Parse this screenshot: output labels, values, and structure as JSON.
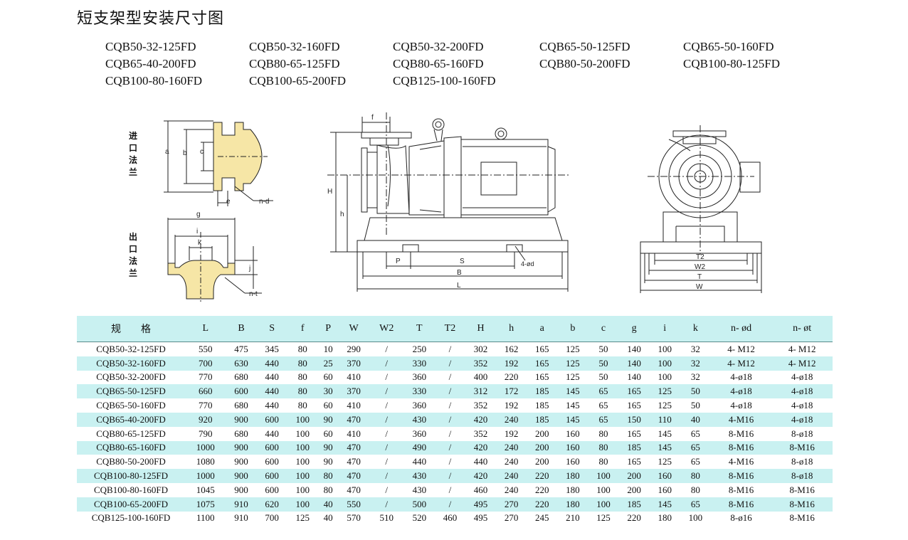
{
  "title": "短支架型安装尺寸图",
  "models": [
    [
      "CQB50-32-125FD",
      "CQB50-32-160FD",
      "CQB50-32-200FD",
      "CQB65-50-125FD",
      "CQB65-50-160FD"
    ],
    [
      "CQB65-40-200FD",
      "CQB80-65-125FD",
      "CQB80-65-160FD",
      "CQB80-50-200FD",
      "CQB100-80-125FD"
    ],
    [
      "CQB100-80-160FD",
      "CQB100-65-200FD",
      "CQB125-100-160FD"
    ]
  ],
  "flange_labels": {
    "inlet": "进口法兰",
    "outlet": "出口法兰"
  },
  "dims": {
    "a": "a",
    "b": "b",
    "c": "c",
    "e": "e",
    "nd": "n-d",
    "g": "g",
    "i": "i",
    "k": "k",
    "j": "j",
    "nt": "n-t",
    "f": "f",
    "H": "H",
    "h": "h",
    "P": "P",
    "S": "S",
    "B": "B",
    "L": "L",
    "fd4": "4-ød",
    "T2": "T2",
    "W2": "W2",
    "T": "T",
    "W": "W"
  },
  "table": {
    "headers": [
      "规　　格",
      "L",
      "B",
      "S",
      "f",
      "P",
      "W",
      "W2",
      "T",
      "T2",
      "H",
      "h",
      "a",
      "b",
      "c",
      "g",
      "i",
      "k",
      "n- ød",
      "n- øt"
    ],
    "rows": [
      [
        "CQB50-32-125FD",
        "550",
        "475",
        "345",
        "80",
        "10",
        "290",
        "/",
        "250",
        "/",
        "302",
        "162",
        "165",
        "125",
        "50",
        "140",
        "100",
        "32",
        "4- M12",
        "4- M12"
      ],
      [
        "CQB50-32-160FD",
        "700",
        "630",
        "440",
        "80",
        "25",
        "370",
        "/",
        "330",
        "/",
        "352",
        "192",
        "165",
        "125",
        "50",
        "140",
        "100",
        "32",
        "4- M12",
        "4- M12"
      ],
      [
        "CQB50-32-200FD",
        "770",
        "680",
        "440",
        "80",
        "60",
        "410",
        "/",
        "360",
        "/",
        "400",
        "220",
        "165",
        "125",
        "50",
        "140",
        "100",
        "32",
        "4-ø18",
        "4-ø18"
      ],
      [
        "CQB65-50-125FD",
        "660",
        "600",
        "440",
        "80",
        "30",
        "370",
        "/",
        "330",
        "/",
        "312",
        "172",
        "185",
        "145",
        "65",
        "165",
        "125",
        "50",
        "4-ø18",
        "4-ø18"
      ],
      [
        "CQB65-50-160FD",
        "770",
        "680",
        "440",
        "80",
        "60",
        "410",
        "/",
        "360",
        "/",
        "352",
        "192",
        "185",
        "145",
        "65",
        "165",
        "125",
        "50",
        "4-ø18",
        "4-ø18"
      ],
      [
        "CQB65-40-200FD",
        "920",
        "900",
        "600",
        "100",
        "90",
        "470",
        "/",
        "430",
        "/",
        "420",
        "240",
        "185",
        "145",
        "65",
        "150",
        "110",
        "40",
        "4-M16",
        "4-ø18"
      ],
      [
        "CQB80-65-125FD",
        "790",
        "680",
        "440",
        "100",
        "60",
        "410",
        "/",
        "360",
        "/",
        "352",
        "192",
        "200",
        "160",
        "80",
        "165",
        "145",
        "65",
        "8-M16",
        "8-ø18"
      ],
      [
        "CQB80-65-160FD",
        "1000",
        "900",
        "600",
        "100",
        "90",
        "470",
        "/",
        "490",
        "/",
        "420",
        "240",
        "200",
        "160",
        "80",
        "185",
        "145",
        "65",
        "8-M16",
        "8-M16"
      ],
      [
        "CQB80-50-200FD",
        "1080",
        "900",
        "600",
        "100",
        "90",
        "470",
        "/",
        "440",
        "/",
        "440",
        "240",
        "200",
        "160",
        "80",
        "165",
        "125",
        "65",
        "4-M16",
        "8-ø18"
      ],
      [
        "CQB100-80-125FD",
        "1000",
        "900",
        "600",
        "100",
        "80",
        "470",
        "/",
        "430",
        "/",
        "420",
        "240",
        "220",
        "180",
        "100",
        "200",
        "160",
        "80",
        "8-M16",
        "8-ø18"
      ],
      [
        "CQB100-80-160FD",
        "1045",
        "900",
        "600",
        "100",
        "80",
        "470",
        "/",
        "430",
        "/",
        "460",
        "240",
        "220",
        "180",
        "100",
        "200",
        "160",
        "80",
        "8-M16",
        "8-M16"
      ],
      [
        "CQB100-65-200FD",
        "1075",
        "910",
        "620",
        "100",
        "40",
        "550",
        "/",
        "500",
        "/",
        "495",
        "270",
        "220",
        "180",
        "100",
        "185",
        "145",
        "65",
        "8-M16",
        "8-M16"
      ],
      [
        "CQB125-100-160FD",
        "1100",
        "910",
        "700",
        "125",
        "40",
        "570",
        "510",
        "520",
        "460",
        "495",
        "270",
        "245",
        "210",
        "125",
        "220",
        "180",
        "100",
        "8-ø16",
        "8-M16"
      ]
    ]
  }
}
